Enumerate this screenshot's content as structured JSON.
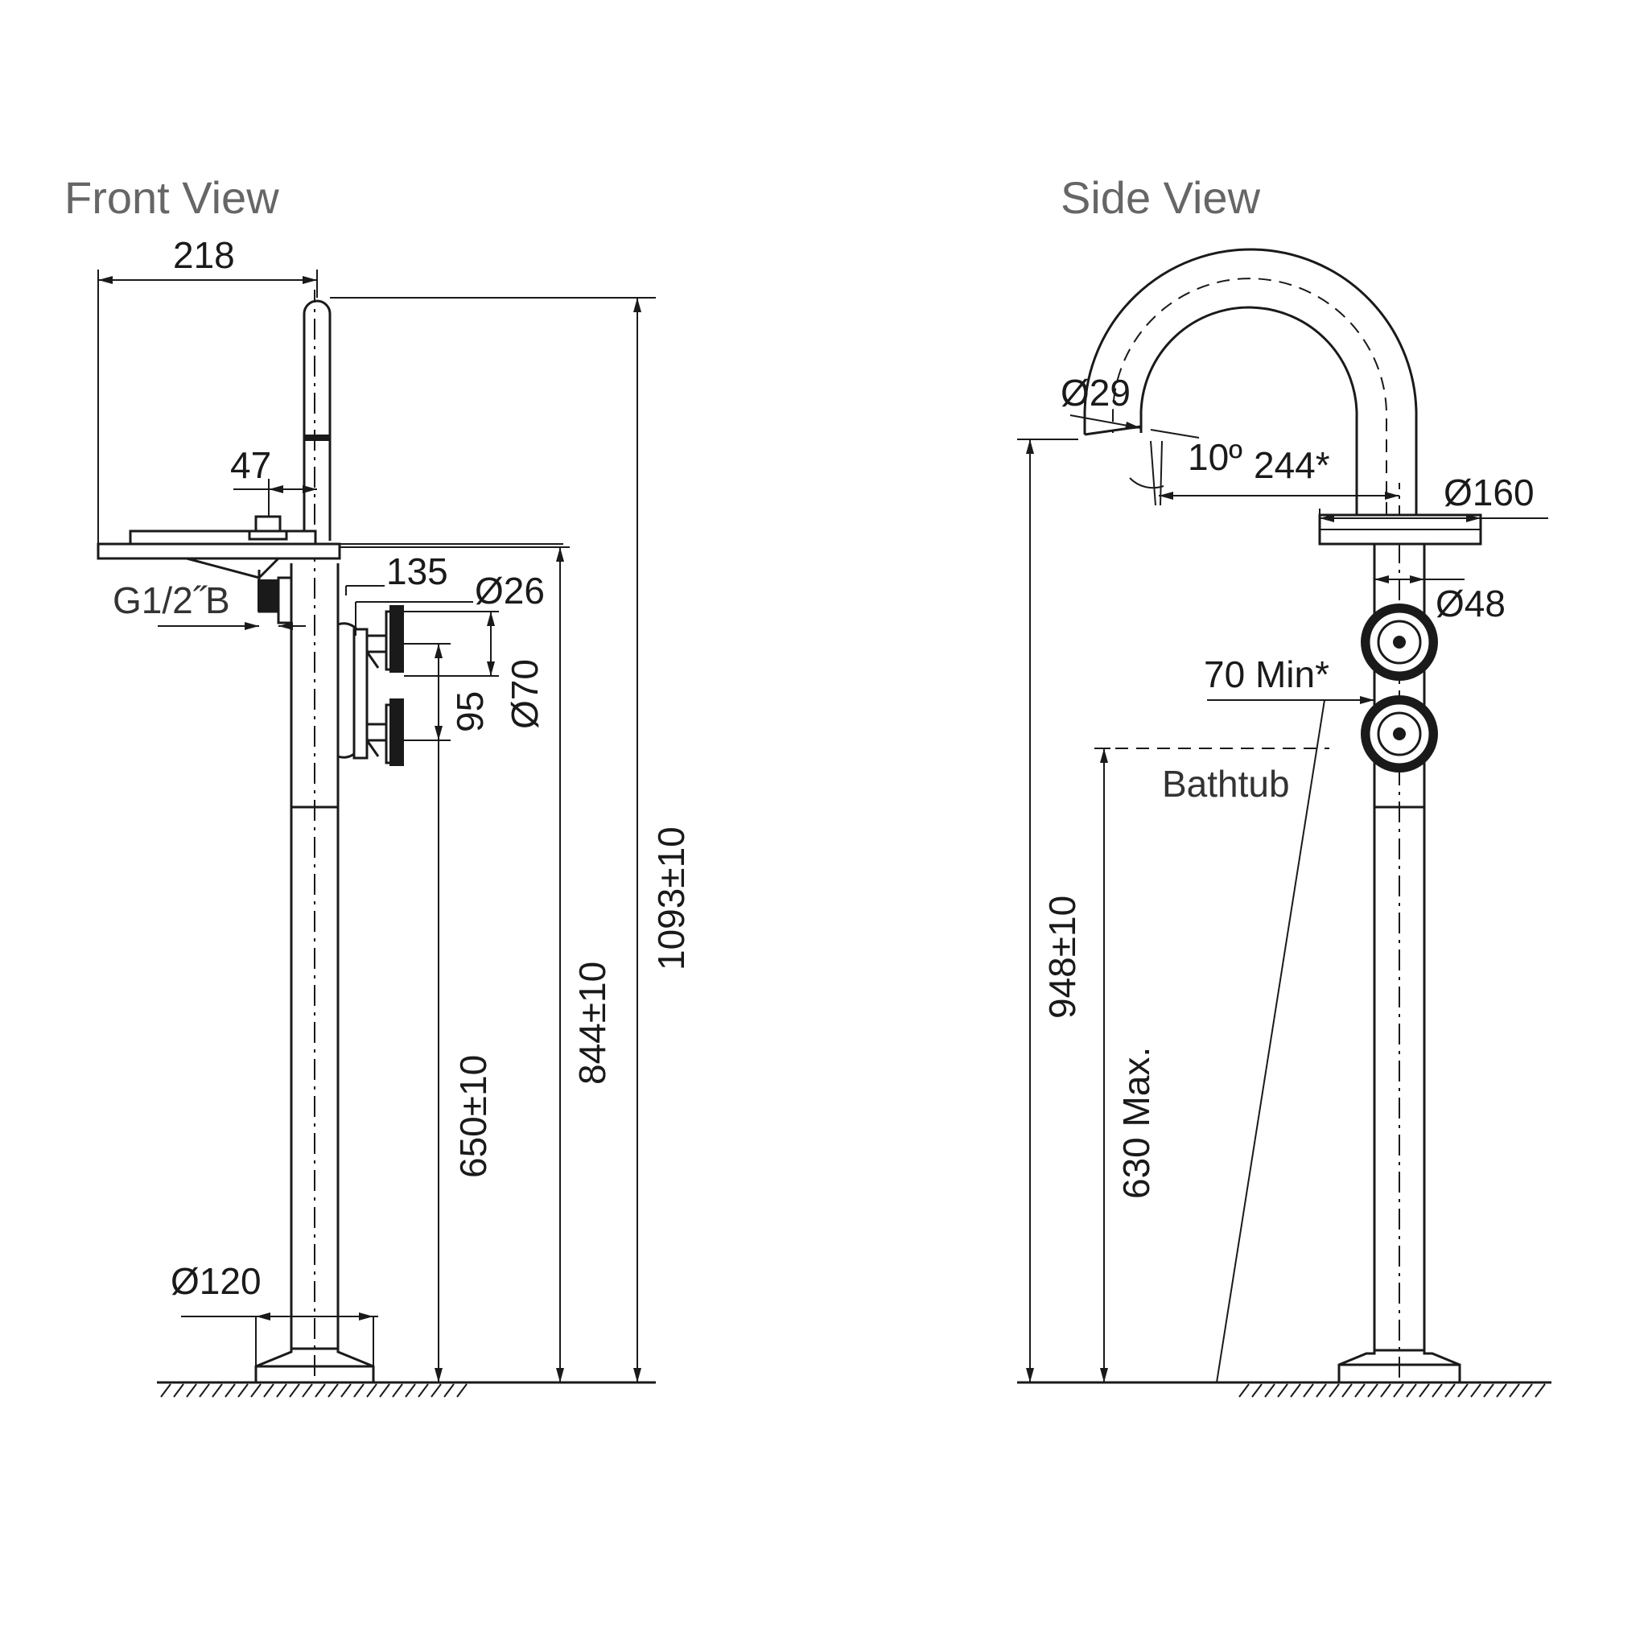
{
  "views": {
    "front": {
      "title": "Front View",
      "dims": {
        "width_218": "218",
        "offset_47": "47",
        "inlet_thread": "G1/2˝B",
        "reach_135": "135",
        "dia_26": "Ø26",
        "dia_70": "Ø70",
        "spacing_95": "95",
        "height_650": "650±10",
        "height_844": "844±10",
        "height_1093": "1093±10",
        "base_dia_120": "Ø120"
      }
    },
    "side": {
      "title": "Side View",
      "dims": {
        "spout_dia_29": "Ø29",
        "angle_10": "10º",
        "reach_244": "244*",
        "plate_dia_160": "Ø160",
        "body_dia_48": "Ø48",
        "clearance_70": "70 Min*",
        "bathtub": "Bathtub",
        "height_948": "948±10",
        "height_630": "630 Max."
      }
    }
  }
}
